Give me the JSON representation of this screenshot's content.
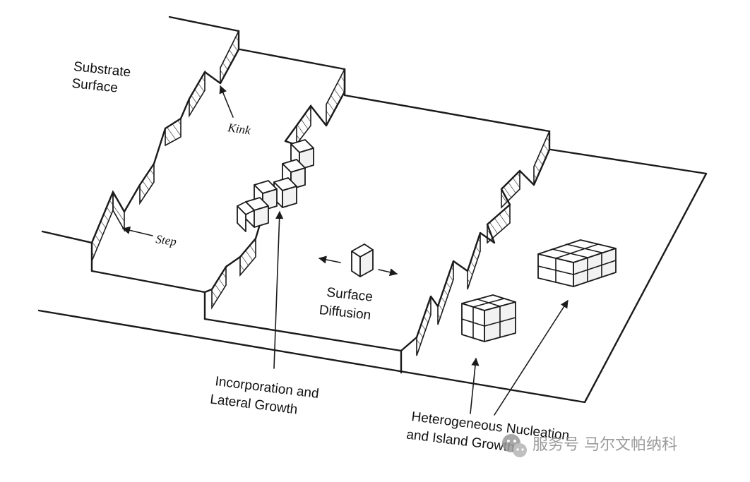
{
  "labels": {
    "substrate_line1": "Substrate",
    "substrate_line2": "Surface",
    "kink": "Kink",
    "step": "Step",
    "surface_diffusion_line1": "Surface",
    "surface_diffusion_line2": "Diffusion",
    "incorporation_line1": "Incorporation and",
    "incorporation_line2": "Lateral Growth",
    "hetero_line1": "Heterogeneous Nucleation",
    "hetero_line2": "and Island Growth"
  },
  "watermark": {
    "icon": "wechat-icon",
    "text": "服务号 马尔文帕纳科"
  }
}
